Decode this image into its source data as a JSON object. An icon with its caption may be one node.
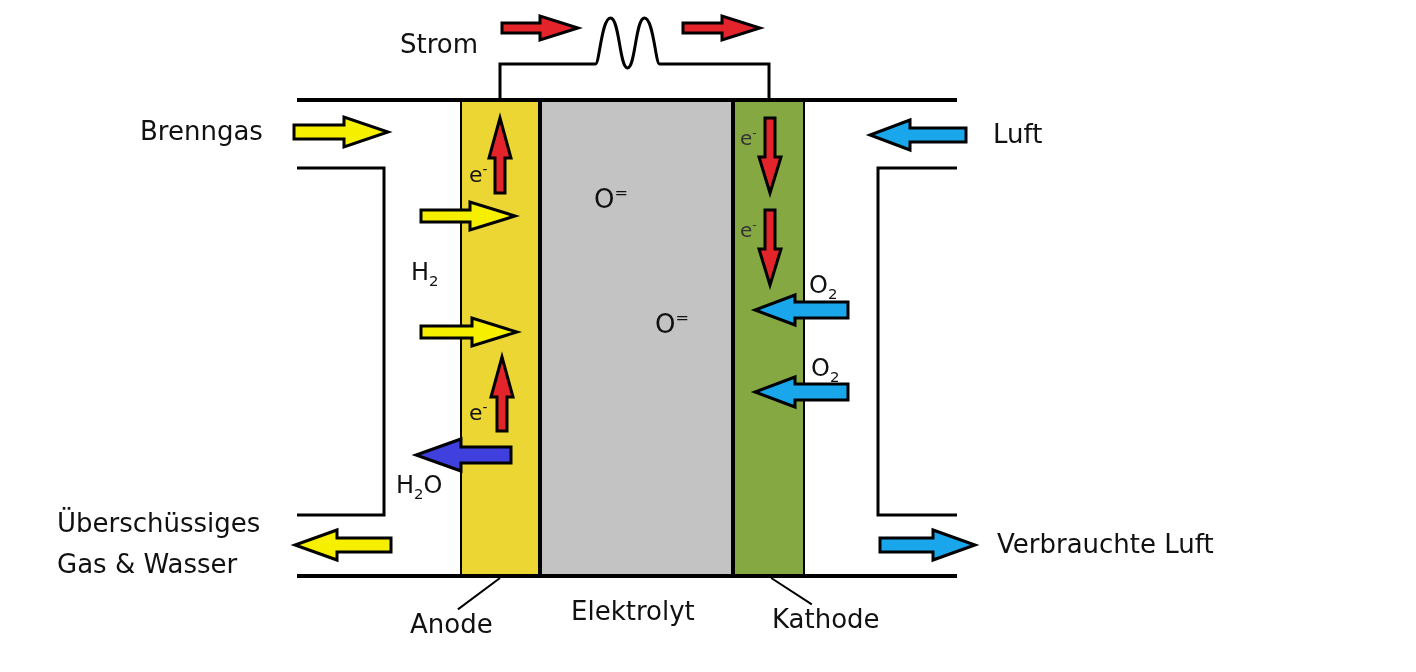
{
  "diagram": {
    "nodes": [
      {
        "text": [],
        "shape": "bar"
      },
      {
        "text": [],
        "shape": "bar"
      },
      {
        "text": [],
        "shape": "bar"
      },
      {
        "text": [
          "Anode"
        ]
      },
      {
        "text": [
          "Kathode"
        ]
      }
    ],
    "edges": [
      {
        "from": 0,
        "to": 2,
        "arrow": "none"
      },
      {
        "from": 3,
        "to": 0,
        "arrow": "none"
      },
      {
        "from": 4,
        "to": 2,
        "arrow": "none"
      }
    ],
    "labels": [
      "Strom",
      "Brenngas",
      "Luft",
      "e$^{-}$",
      "e$^{-}$",
      "O$^{=}$",
      "e$^{-}$",
      "H$_{2}$",
      "O$_{2}$",
      "O$^{=}$",
      "O$_{2}$",
      "e$^{-}$",
      "H$_{2}$O",
      "Überschüssiges Gas & Wasser",
      "Verbrauchte Luft",
      "Elektrolyt"
    ]
  }
}
